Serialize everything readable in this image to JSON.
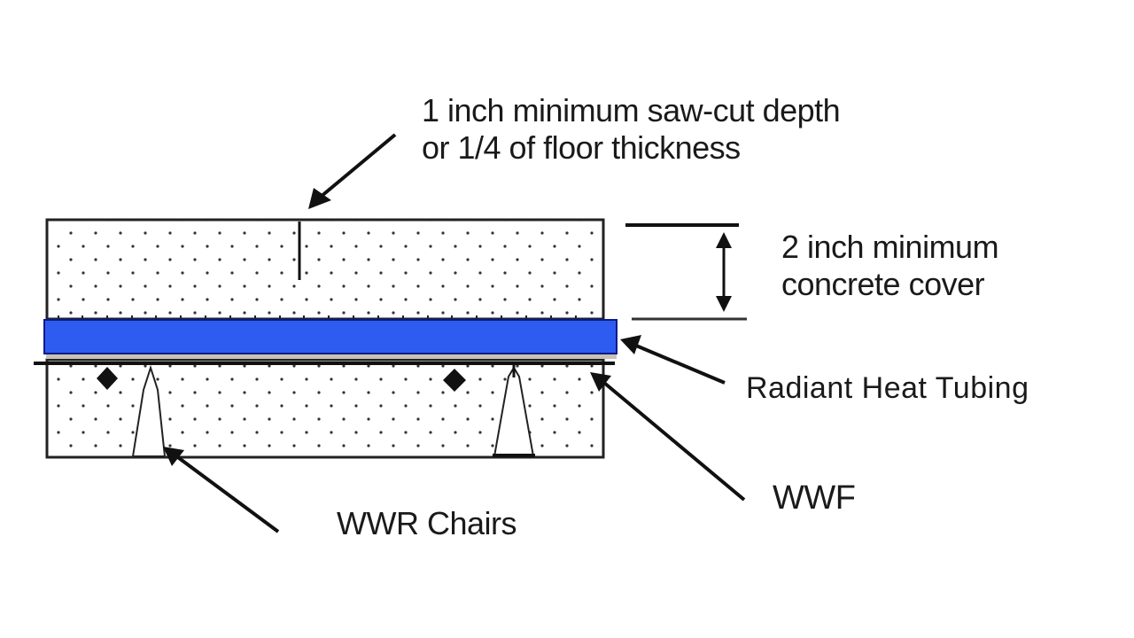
{
  "diagram": {
    "title": "Radiant heat slab cross-section",
    "labels": {
      "sawcut": {
        "line1": "1 inch minimum saw-cut depth",
        "line2": "or 1/4 of floor thickness"
      },
      "cover": {
        "line1": "2 inch minimum",
        "line2": "concrete cover"
      },
      "tubing": "Radiant Heat Tubing",
      "wwf": "WWF",
      "chairs": "WWR Chairs"
    },
    "colors": {
      "tubing": "#2f5cf0",
      "tubing_edge": "#0a1a8a",
      "concrete_fill": "#ffffff",
      "outline": "#111111",
      "stipple": "#333333",
      "mesh_strip": "#c9c3b5"
    },
    "components": [
      "upper-concrete-layer",
      "saw-cut",
      "radiant-heat-tubing",
      "welded-wire-fabric",
      "lower-concrete-layer",
      "wwr-chairs",
      "rebar-dots",
      "cover-dimension"
    ]
  }
}
